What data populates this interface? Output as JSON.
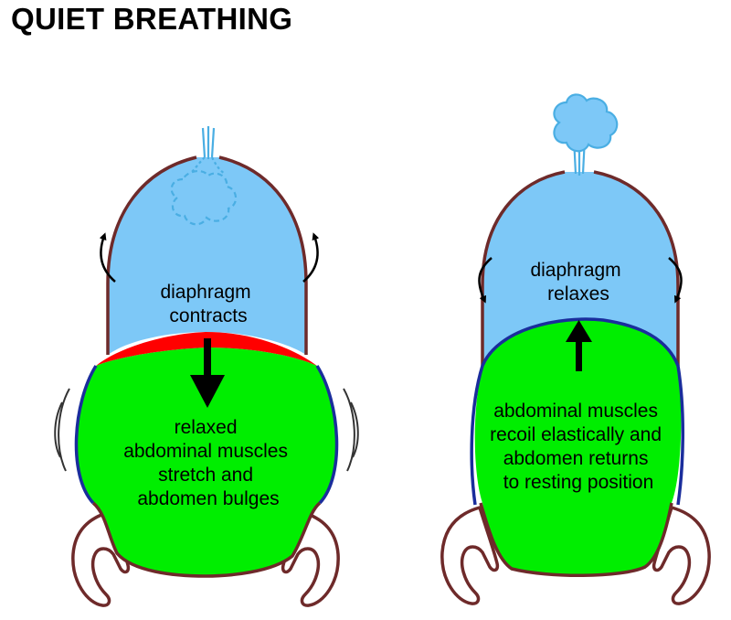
{
  "title": "QUIET BREATHING",
  "colors": {
    "lung": "#7dc8f7",
    "abdomen": "#00ee00",
    "body_outline": "#6e2a2a",
    "abdomen_outline": "#1a2d9c",
    "diaphragm_contracted": "#ff0000",
    "arrow": "#000000",
    "air_puff": "#5ab8e8"
  },
  "panels": {
    "left": {
      "diaphragm_label": [
        "diaphragm",
        "contracts"
      ],
      "abdomen_label": [
        "relaxed",
        "abdominal muscles",
        "stretch and",
        "abdomen bulges"
      ]
    },
    "right": {
      "diaphragm_label": [
        "diaphragm",
        "relaxes"
      ],
      "abdomen_label": [
        "abdominal muscles",
        "recoil elastically and",
        "abdomen returns",
        "to resting position"
      ]
    }
  }
}
